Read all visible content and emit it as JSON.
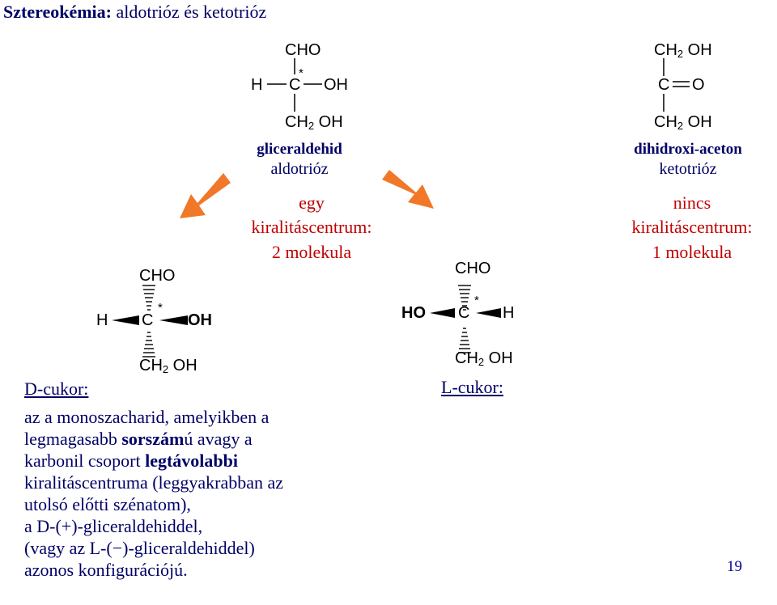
{
  "slide": {
    "title_bold": "Sztereokémia:",
    "title_rest": " aldotrióz és ketotrióz",
    "page_number": "19"
  },
  "glyceraldehyde": {
    "top": "CHO",
    "left": "H",
    "center": "C",
    "star": "*",
    "right": "OH",
    "bottom_prefix": "CH",
    "bottom_sub": "2",
    "bottom_suffix": " OH",
    "name": "gliceraldehid",
    "class": "aldotrióz",
    "chirality_line1": "egy",
    "chirality_line2": "kiralitáscentrum:",
    "chirality_line3": "2 molekula"
  },
  "dihydroxyacetone": {
    "top_prefix": "CH",
    "top_sub": "2",
    "top_suffix": " OH",
    "center": "C",
    "oxygen": "O",
    "bottom_prefix": "CH",
    "bottom_sub": "2",
    "bottom_suffix": " OH",
    "name": "dihidroxi-aceton",
    "class": "ketotrióz",
    "chirality_line1": "nincs",
    "chirality_line2": "kiralitáscentrum:",
    "chirality_line3": "1 molekula"
  },
  "d_form": {
    "top": "CHO",
    "left": "H",
    "center": "C",
    "star": "*",
    "right": "OH",
    "bottom_prefix": "CH",
    "bottom_sub": "2",
    "bottom_suffix": " OH",
    "label": "D-cukor:"
  },
  "l_form": {
    "top": "CHO",
    "left": "HO",
    "center": "C",
    "star": "*",
    "right": "H",
    "bottom_prefix": "CH",
    "bottom_sub": "2",
    "bottom_suffix": " OH",
    "label": "L-cukor:"
  },
  "definition": {
    "line1": "az a monoszacharid, amelyikben a",
    "line2_a": "legmagasabb ",
    "line2_b": "sorszám",
    "line2_c": "ú avagy a",
    "line3_a": "karbonil csoport ",
    "line3_b": "legtávolabbi",
    "line4": "kiralitáscentruma (leggyakrabban az",
    "line5": "utolsó előtti szénatom),",
    "line6": "a D-(+)-gliceraldehiddel,",
    "line7": "(vagy az L-(−)-gliceraldehiddel)",
    "line8": "azonos konfigurációjú."
  },
  "colors": {
    "title": "#000066",
    "red": "#c00000",
    "arrow": "#f07828",
    "page_number": "#000099"
  }
}
